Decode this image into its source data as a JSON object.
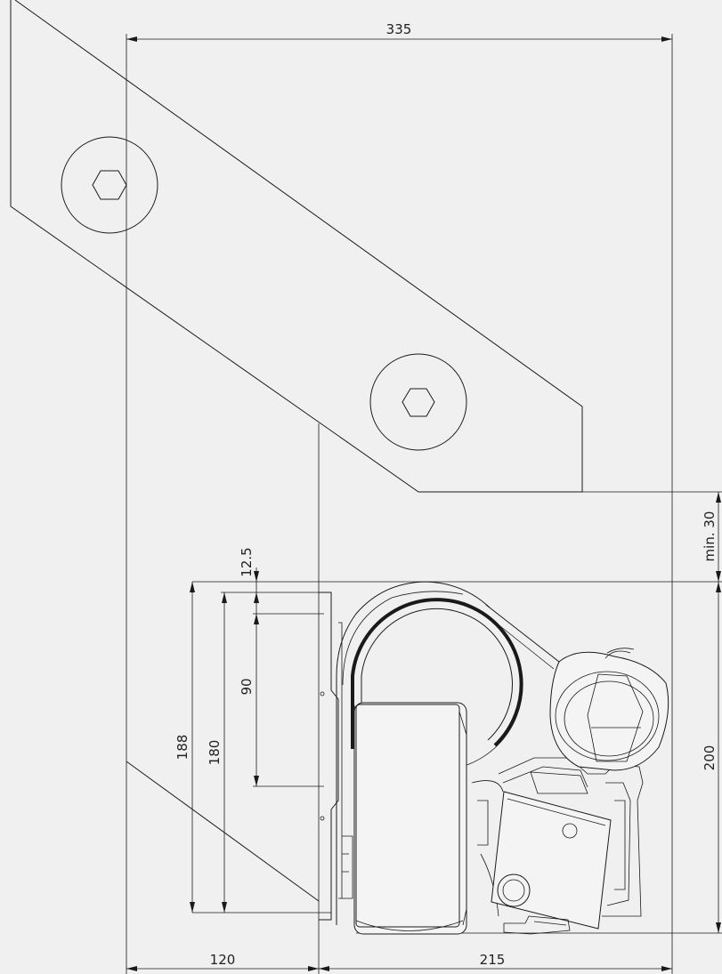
{
  "dimensions": {
    "d335": "335",
    "d120": "120",
    "d215": "215",
    "d200": "200",
    "min30": "min. 30",
    "d188": "188",
    "d180": "180",
    "d90": "90",
    "d12_5": "12.5"
  }
}
